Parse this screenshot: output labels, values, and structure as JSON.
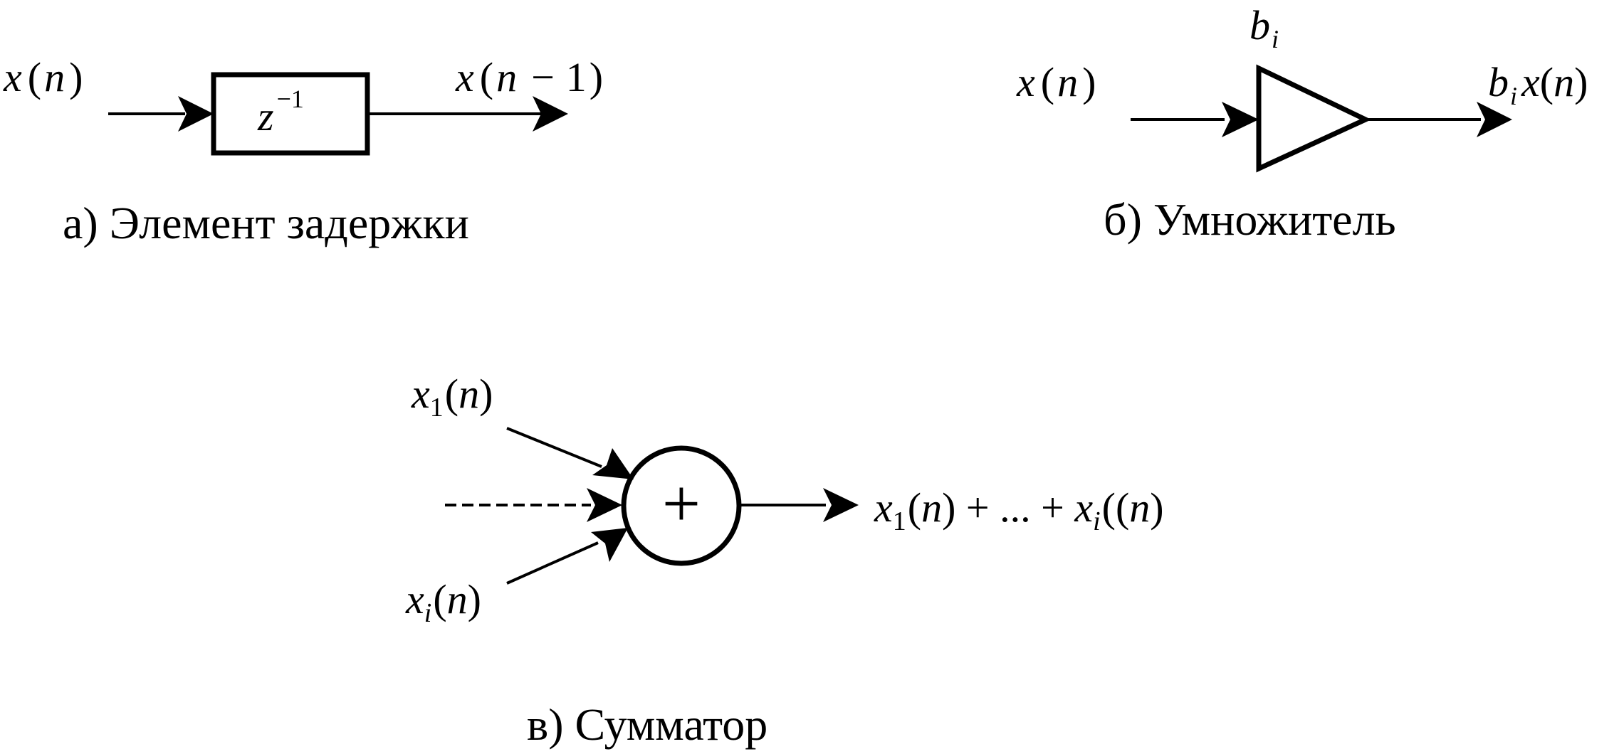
{
  "delay": {
    "input": {
      "x": "x",
      "lp": "(",
      "n": "n",
      "rp": ")"
    },
    "block": {
      "z": "z",
      "exp": "−1"
    },
    "output": {
      "x": "x",
      "lp": "(",
      "n": "n",
      "minus": "−",
      "one": "1",
      "rp": ")"
    },
    "caption": "а) Элемент задержки"
  },
  "multiplier": {
    "coef": {
      "b": "b",
      "i": "i"
    },
    "input": {
      "x": "x",
      "lp": "(",
      "n": "n",
      "rp": ")"
    },
    "output": {
      "b": "b",
      "i": "i",
      "x": "x",
      "lp": "(",
      "n": "n",
      "rp": ")"
    },
    "caption": "б) Умножитель"
  },
  "adder": {
    "in1": {
      "x": "x",
      "sub": "1",
      "lp": "(",
      "n": "n",
      "rp": ")"
    },
    "ini": {
      "x": "x",
      "sub": "i",
      "lp": "(",
      "n": "n",
      "rp": ")"
    },
    "plus_symbol": "+",
    "output": {
      "x1": "x",
      "sub1": "1",
      "p1": "(",
      "n1": "n",
      "p2": ") + ... + ",
      "xi": "x",
      "subi": "i",
      "p3": "((",
      "ni": "n",
      "p4": ")"
    },
    "caption": "в) Сумматор"
  }
}
